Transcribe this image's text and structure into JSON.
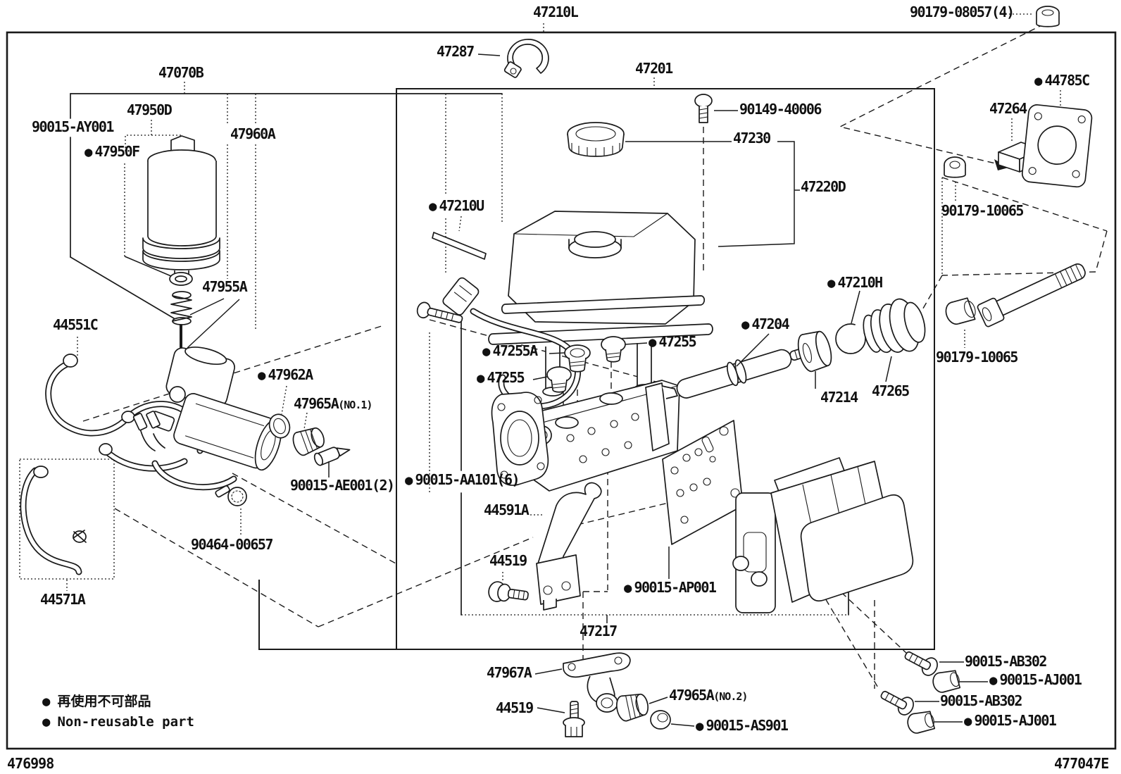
{
  "figure": {
    "doc_code_left": "476998",
    "doc_code_right": "477047E"
  },
  "legend": {
    "jp": "再使用不可部品",
    "en": "Non-reusable part"
  },
  "parts": {
    "p47210L": {
      "label": "47210L"
    },
    "p90179_08057": {
      "label": "90179-08057(4)"
    },
    "p47287": {
      "label": "47287"
    },
    "p47201": {
      "label": "47201"
    },
    "p47070B": {
      "label": "47070B"
    },
    "p47950D": {
      "label": "47950D"
    },
    "p90015_AY001": {
      "label": "90015-AY001"
    },
    "p47950F": {
      "label": "47950F"
    },
    "p47960A": {
      "label": "47960A"
    },
    "p47955A": {
      "label": "47955A"
    },
    "p44551C": {
      "label": "44551C"
    },
    "p47962A": {
      "label": "47962A"
    },
    "p47965A_1": {
      "label": "47965A",
      "note": "(NO.1)"
    },
    "p90015_AE001": {
      "label": "90015-AE001(2)"
    },
    "p90464_00657": {
      "label": "90464-00657"
    },
    "p44571A": {
      "label": "44571A"
    },
    "p90149_40006": {
      "label": "90149-40006"
    },
    "p47230": {
      "label": "47230"
    },
    "p47220D": {
      "label": "47220D"
    },
    "p47210U": {
      "label": "47210U"
    },
    "p47255A": {
      "label": "47255A"
    },
    "p47255_right": {
      "label": "47255"
    },
    "p47255_left": {
      "label": "47255"
    },
    "p47204": {
      "label": "47204"
    },
    "p47210H": {
      "label": "47210H"
    },
    "p47214": {
      "label": "47214"
    },
    "p47265": {
      "label": "47265"
    },
    "p90179_10065_top": {
      "label": "90179-10065"
    },
    "p90179_10065_bot": {
      "label": "90179-10065"
    },
    "p47264": {
      "label": "47264"
    },
    "p44785C": {
      "label": "44785C"
    },
    "p90015_AA101": {
      "label": "90015-AA101(6)"
    },
    "p44591A": {
      "label": "44591A"
    },
    "p44519_top": {
      "label": "44519"
    },
    "p90015_AP001": {
      "label": "90015-AP001"
    },
    "p47217": {
      "label": "47217"
    },
    "p47967A": {
      "label": "47967A"
    },
    "p44519_bot": {
      "label": "44519"
    },
    "p47965A_2": {
      "label": "47965A",
      "note": "(NO.2)"
    },
    "p90015_AS901": {
      "label": "90015-AS901"
    },
    "p90015_AB302_top": {
      "label": "90015-AB302"
    },
    "p90015_AJ001_top": {
      "label": "90015-AJ001"
    },
    "p90015_AB302_bot": {
      "label": "90015-AB302"
    },
    "p90015_AJ001_bot": {
      "label": "90015-AJ001"
    }
  }
}
